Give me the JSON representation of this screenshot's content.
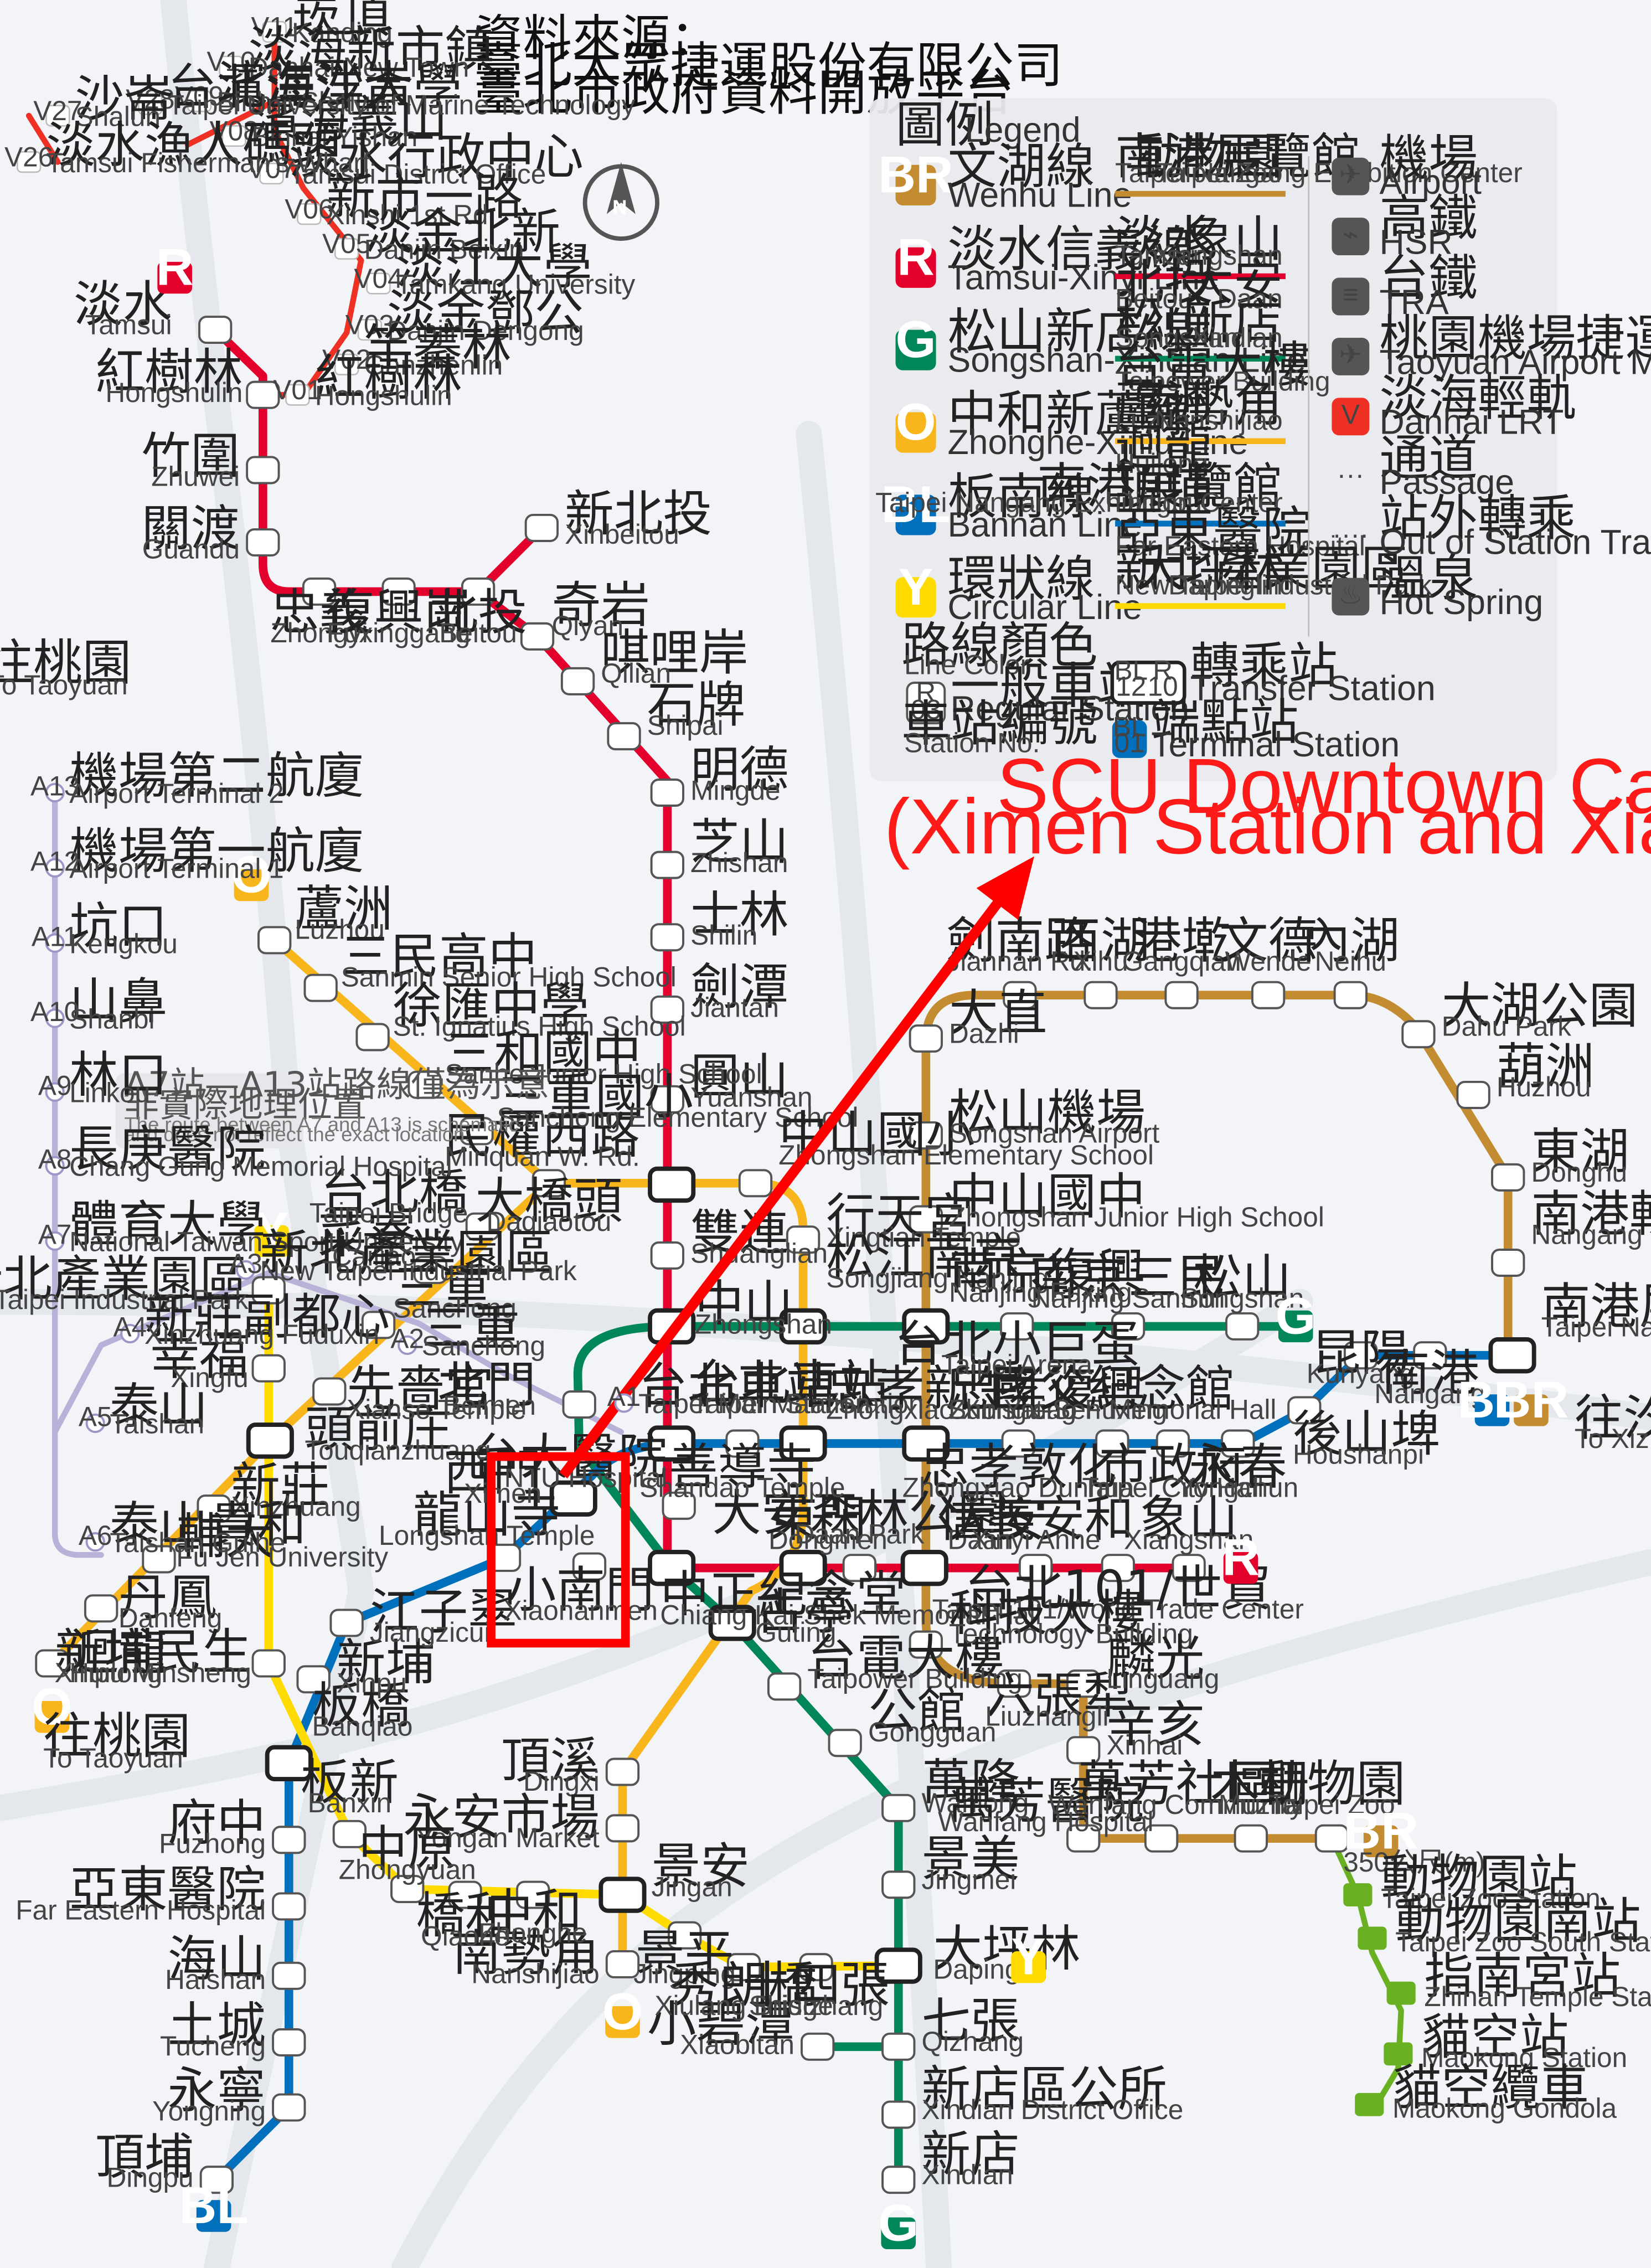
{
  "source": {
    "line1": "資料來源：",
    "line2": "臺北大眾捷運股份有限公司",
    "line3": "臺北市政府資料開放平台"
  },
  "campus_note": {
    "line1": "SCU Downtown Campus",
    "line2": "(Ximen Station and Xiaonanmen Station)"
  },
  "colors": {
    "wenhu": "#c48c31",
    "tamsui_xinyi": "#e3002c",
    "songshan_xindian": "#008659",
    "zhonghe_xinlu": "#f8b61c",
    "bannan": "#0070bd",
    "circular": "#ffdb00",
    "airport": "#8246af",
    "danhai": "#ee3124",
    "highlight": "#ff0000"
  },
  "legend": {
    "title_zh": "圖例",
    "title_en": "Legend",
    "lines": [
      {
        "code": "BR",
        "zh": "文湖線",
        "en": "Wenhu Line",
        "color": "#c48c31",
        "ends": [
          {
            "zh": "南港展覽館",
            "en": "Taipei Nangang Exhibition Center"
          },
          {
            "zh": "動物園",
            "en": "Taipei Zoo"
          }
        ]
      },
      {
        "code": "R",
        "zh": "淡水信義線",
        "en": "Tamsui-Xinyi Line",
        "color": "#e3002c",
        "ends": [
          {
            "zh": "淡水",
            "en": "Tamsui"
          },
          {
            "zh": "象山",
            "en": "Xiangshan"
          },
          {
            "zh": "北投",
            "en": "Beitou"
          },
          {
            "zh": "大安",
            "en": "Daan"
          }
        ]
      },
      {
        "code": "G",
        "zh": "松山新店線",
        "en": "Songshan-Xindian Line",
        "color": "#008659",
        "ends": [
          {
            "zh": "松山",
            "en": "Songshan"
          },
          {
            "zh": "新店",
            "en": "Xindian"
          },
          {
            "zh": "台電大樓",
            "en": "Taipower Building"
          }
        ]
      },
      {
        "code": "O",
        "zh": "中和新蘆線",
        "en": "Zhonghe-Xinlu Line",
        "color": "#f8b61c",
        "ends": [
          {
            "zh": "蘆洲",
            "en": "Luzhou"
          },
          {
            "zh": "南勢角",
            "en": "Nanshijiao"
          },
          {
            "zh": "迴龍",
            "en": "Huilong"
          }
        ]
      },
      {
        "code": "BL",
        "zh": "板南線",
        "en": "Bannan Line",
        "color": "#0070bd",
        "ends": [
          {
            "zh": "頂埔",
            "en": "Dingpu"
          },
          {
            "zh": "南港展覽館",
            "en": "Taipei Nangang Exhibition Center"
          },
          {
            "zh": "亞東醫院",
            "en": "Far Eastern Hospital"
          }
        ]
      },
      {
        "code": "Y",
        "zh": "環狀線",
        "en": "Circular Line",
        "color": "#ffdb00",
        "ends": [
          {
            "zh": "新北產業園區",
            "en": "New Taipei Industrial Park"
          },
          {
            "zh": "大坪林",
            "en": "Dapinglin"
          }
        ]
      }
    ],
    "icons": [
      {
        "icon": "airport-icon",
        "zh": "機場",
        "en": "Airport"
      },
      {
        "icon": "hsr-icon",
        "zh": "高鐵",
        "en": "HSR"
      },
      {
        "icon": "tra-icon",
        "zh": "台鐵",
        "en": "TRA"
      },
      {
        "icon": "airport-mrt-icon",
        "zh": "桃園機場捷運",
        "en": "Taoyuan Airport MRT"
      },
      {
        "icon": "danhai-lrt-icon",
        "zh": "淡海輕軌",
        "en": "Danhai LRT"
      },
      {
        "icon": "passage-icon",
        "zh": "通道",
        "en": "Passage"
      },
      {
        "icon": "out-of-station-transfer-icon",
        "zh": "站外轉乘",
        "en": "Out of Station Transfer"
      },
      {
        "icon": "hot-spring-icon",
        "zh": "溫泉",
        "en": "Hot Spring"
      }
    ],
    "station_types": {
      "line_color_zh": "路線顏色",
      "line_color_en": "Line Color",
      "regular_zh": "一般車站",
      "regular_en": "Regular Station",
      "station_no_zh": "車站編號",
      "station_no_en": "Station No.",
      "transfer_zh": "轉乘站",
      "transfer_en": "Transfer Station",
      "terminal_zh": "端點站",
      "terminal_en": "Terminal Station",
      "sample_regular": "R",
      "sample_regular_no": "03",
      "sample_transfer": [
        "BL",
        "12",
        "R",
        "10"
      ],
      "sample_terminal": [
        "BL",
        "01"
      ]
    }
  },
  "airport_note": {
    "zh1": "A7站—A13站路線僅為示意",
    "zh2": "非實際地理位置",
    "en1": "The route between A7 and A13 is schematic",
    "en2": "and does not reflect the exact location."
  },
  "stations": [
    {
      "zh": "淡水",
      "en": "Tamsui"
    },
    {
      "zh": "紅樹林",
      "en": "Hongshulin"
    },
    {
      "zh": "竹圍",
      "en": "Zhuwei"
    },
    {
      "zh": "關渡",
      "en": "Guandu"
    },
    {
      "zh": "忠義",
      "en": "Zhongyi"
    },
    {
      "zh": "復興崗",
      "en": "Fuxinggang"
    },
    {
      "zh": "北投",
      "en": "Beitou"
    },
    {
      "zh": "新北投",
      "en": "Xinbeitou"
    },
    {
      "zh": "奇岩",
      "en": "Qiyan"
    },
    {
      "zh": "唭哩岸",
      "en": "Qilian"
    },
    {
      "zh": "石牌",
      "en": "Shipai"
    },
    {
      "zh": "明德",
      "en": "Mingde"
    },
    {
      "zh": "芝山",
      "en": "Zhishan"
    },
    {
      "zh": "士林",
      "en": "Shilin"
    },
    {
      "zh": "劍潭",
      "en": "Jiantan"
    },
    {
      "zh": "圓山",
      "en": "Yuanshan"
    },
    {
      "zh": "民權西路",
      "en": "Minquan W. Rd."
    },
    {
      "zh": "雙連",
      "en": "Shuanglian"
    },
    {
      "zh": "中山",
      "en": "Zhongshan"
    },
    {
      "zh": "台北車站",
      "en": "Taipei Main Station"
    },
    {
      "zh": "台大醫院",
      "en": "NTU Hospital"
    },
    {
      "zh": "中正紀念堂",
      "en": "Chiang Kai-Shek Memorial Hall"
    },
    {
      "zh": "東門",
      "en": "Dongmen"
    },
    {
      "zh": "大安森林公園",
      "en": "Daan Park"
    },
    {
      "zh": "大安",
      "en": "Daan"
    },
    {
      "zh": "信義安和",
      "en": "Xinyi Anhe"
    },
    {
      "zh": "台北101/世貿",
      "en": "Taipei 101/World Trade Center"
    },
    {
      "zh": "象山",
      "en": "Xiangshan"
    },
    {
      "zh": "蘆洲",
      "en": "Luzhou"
    },
    {
      "zh": "三民高中",
      "en": "Sanmin Senior High School"
    },
    {
      "zh": "徐匯中學",
      "en": "St. Ignatius High School"
    },
    {
      "zh": "三和國中",
      "en": "Sanhe Junior High School"
    },
    {
      "zh": "三重國小",
      "en": "Sanchong Elementary School"
    },
    {
      "zh": "大橋頭",
      "en": "Daqiaotou"
    },
    {
      "zh": "中山國小",
      "en": "Zhongshan Elementary School"
    },
    {
      "zh": "行天宮",
      "en": "Xingtian Temple"
    },
    {
      "zh": "松江南京",
      "en": "Songjiang Nanjing"
    },
    {
      "zh": "忠孝新生",
      "en": "Zhongxiao Xinsheng"
    },
    {
      "zh": "古亭",
      "en": "Guting"
    },
    {
      "zh": "頂溪",
      "en": "Dingxi"
    },
    {
      "zh": "永安市場",
      "en": "Yongan Market"
    },
    {
      "zh": "景安",
      "en": "Jingan"
    },
    {
      "zh": "南勢角",
      "en": "Nanshijiao"
    },
    {
      "zh": "迴龍",
      "en": "Huilong"
    },
    {
      "zh": "丹鳳",
      "en": "Danfeng"
    },
    {
      "zh": "輔大",
      "en": "Fu Jen University"
    },
    {
      "zh": "新莊",
      "en": "Xinzhuang"
    },
    {
      "zh": "頭前庄",
      "en": "Touqianzhuang"
    },
    {
      "zh": "先嗇宮",
      "en": "Xianse Temple"
    },
    {
      "zh": "三重",
      "en": "Sanchong"
    },
    {
      "zh": "菜寮",
      "en": "Cailiao"
    },
    {
      "zh": "台北橋",
      "en": "Taipei Bridge"
    },
    {
      "zh": "頂埔",
      "en": "Dingpu"
    },
    {
      "zh": "永寧",
      "en": "Yongning"
    },
    {
      "zh": "土城",
      "en": "Tucheng"
    },
    {
      "zh": "海山",
      "en": "Haishan"
    },
    {
      "zh": "亞東醫院",
      "en": "Far Eastern Hospital"
    },
    {
      "zh": "府中",
      "en": "Fuzhong"
    },
    {
      "zh": "板橋",
      "en": "Banqiao"
    },
    {
      "zh": "新埔",
      "en": "Xinpu"
    },
    {
      "zh": "江子翠",
      "en": "Jiangzicui"
    },
    {
      "zh": "龍山寺",
      "en": "Longshan Temple"
    },
    {
      "zh": "西門",
      "en": "Ximen"
    },
    {
      "zh": "善導寺",
      "en": "Shandao Temple"
    },
    {
      "zh": "忠孝復興",
      "en": "Zhongxiao Fuxing"
    },
    {
      "zh": "忠孝敦化",
      "en": "Zhongxiao Dunhua"
    },
    {
      "zh": "國父紀念館",
      "en": "Sun Yat-Sen Memorial Hall"
    },
    {
      "zh": "市政府",
      "en": "Taipei City Hall"
    },
    {
      "zh": "永春",
      "en": "Yongchun"
    },
    {
      "zh": "後山埤",
      "en": "Houshanpi"
    },
    {
      "zh": "昆陽",
      "en": "Kunyang"
    },
    {
      "zh": "南港",
      "en": "Nangang"
    },
    {
      "zh": "南港展覽館",
      "en": "Taipei Nangang Exhibition Center"
    },
    {
      "zh": "北門",
      "en": "Beimen"
    },
    {
      "zh": "小南門",
      "en": "Xiaonanmen"
    },
    {
      "zh": "台電大樓",
      "en": "Taipower Building"
    },
    {
      "zh": "公館",
      "en": "Gongguan"
    },
    {
      "zh": "萬隆",
      "en": "Wanlong"
    },
    {
      "zh": "景美",
      "en": "Jingmei"
    },
    {
      "zh": "大坪林",
      "en": "Dapinglin"
    },
    {
      "zh": "七張",
      "en": "Qizhang"
    },
    {
      "zh": "小碧潭",
      "en": "Xiaobitan"
    },
    {
      "zh": "新店區公所",
      "en": "Xindian District Office"
    },
    {
      "zh": "新店",
      "en": "Xindian"
    },
    {
      "zh": "南京三民",
      "en": "Nanjing Sanmin"
    },
    {
      "zh": "松山",
      "en": "Songshan"
    },
    {
      "zh": "台北小巨蛋",
      "en": "Taipei Arena"
    },
    {
      "zh": "南京復興",
      "en": "Nanjing Fuxing"
    },
    {
      "zh": "劍南路",
      "en": "Jiannan Rd."
    },
    {
      "zh": "西湖",
      "en": "Xihu"
    },
    {
      "zh": "港墘",
      "en": "Gangqian"
    },
    {
      "zh": "文德",
      "en": "Wende"
    },
    {
      "zh": "內湖",
      "en": "Neihu"
    },
    {
      "zh": "大湖公園",
      "en": "Dahu Park"
    },
    {
      "zh": "葫洲",
      "en": "Huzhou"
    },
    {
      "zh": "東湖",
      "en": "Donghu"
    },
    {
      "zh": "南港軟體園區",
      "en": "Nangang Software Park"
    },
    {
      "zh": "大直",
      "en": "Dazhi"
    },
    {
      "zh": "松山機場",
      "en": "Songshan Airport"
    },
    {
      "zh": "中山國中",
      "en": "Zhongshan Junior High School"
    },
    {
      "zh": "科技大樓",
      "en": "Technology Building"
    },
    {
      "zh": "六張犁",
      "en": "Liuzhangli"
    },
    {
      "zh": "麟光",
      "en": "Linguang"
    },
    {
      "zh": "辛亥",
      "en": "Xinhai"
    },
    {
      "zh": "萬芳醫院",
      "en": "Wanfang Hospital"
    },
    {
      "zh": "萬芳社區",
      "en": "Wanfang Community"
    },
    {
      "zh": "木柵",
      "en": "Muzha"
    },
    {
      "zh": "動物園",
      "en": "Taipei Zoo"
    },
    {
      "zh": "新北產業園區",
      "en": "New Taipei Industrial Park"
    },
    {
      "zh": "幸福",
      "en": "Xingfu"
    },
    {
      "zh": "新埔民生",
      "en": "Xinpu Minsheng"
    },
    {
      "zh": "板新",
      "en": "Banxin"
    },
    {
      "zh": "中原",
      "en": "Zhongyuan"
    },
    {
      "zh": "橋和",
      "en": "Qiaohe"
    },
    {
      "zh": "中和",
      "en": "Zhonghe"
    },
    {
      "zh": "景平",
      "en": "Jingping"
    },
    {
      "zh": "秀朗橋",
      "en": "Xiulang Bridge"
    },
    {
      "zh": "十四張",
      "en": "Shisizhang"
    }
  ],
  "gondola": {
    "length": "350公尺(m)",
    "stops": [
      {
        "zh": "動物園站",
        "en": "Taipei Zoo Station"
      },
      {
        "zh": "動物園南站",
        "en": "Taipei Zoo South Station"
      },
      {
        "zh": "指南宮站",
        "en": "Zhinan Temple Station"
      },
      {
        "zh": "貓空站",
        "en": "Maokong Station"
      },
      {
        "zh": "貓空纜車",
        "en": "Maokong Gondola"
      }
    ]
  },
  "danhai": {
    "stations": [
      {
        "no": "V11",
        "zh": "崁頂",
        "en": "Kanding"
      },
      {
        "no": "V10",
        "zh": "淡海新市鎮",
        "en": "Danhai New Town"
      },
      {
        "no": "V09",
        "zh": "濱海沙崙",
        "en": "Binhai Shalun"
      },
      {
        "no": "V08",
        "zh": "濱海義山",
        "en": "Binhai Yishan"
      },
      {
        "no": "V07",
        "zh": "淡水行政中心",
        "en": "Tamsui District Office"
      },
      {
        "no": "V06",
        "zh": "新市一路",
        "en": "Xinshi 1st Rd."
      },
      {
        "no": "V05",
        "zh": "淡金北新",
        "en": "Danjin Beixin"
      },
      {
        "no": "V04",
        "zh": "淡江大學",
        "en": "Tamkang University"
      },
      {
        "no": "V03",
        "zh": "淡金鄧公",
        "en": "Danjin Dengong"
      },
      {
        "no": "V02",
        "zh": "竿蓁林",
        "en": "Ganzhenlin"
      },
      {
        "no": "V01",
        "zh": "紅樹林",
        "en": "Hongshulin"
      },
      {
        "no": "V28",
        "zh": "台北海洋大學",
        "en": "Taipei University of Marine Technology"
      },
      {
        "no": "V27",
        "zh": "沙崙",
        "en": "Shalun"
      },
      {
        "no": "V26",
        "zh": "淡水漁人碼頭",
        "en": "Tamsui Fisherman's Wharf"
      }
    ]
  },
  "airport_mrt": {
    "direction_zh": "往桃園",
    "direction_en": "To Taoyuan",
    "stations": [
      {
        "no": "A13",
        "zh": "機場第二航廈",
        "en": "Airport Terminal 2"
      },
      {
        "no": "A12",
        "zh": "機場第一航廈",
        "en": "Airport Terminal 1"
      },
      {
        "no": "A11",
        "zh": "坑口",
        "en": "Kengkou"
      },
      {
        "no": "A10",
        "zh": "山鼻",
        "en": "Shanbi"
      },
      {
        "no": "A9",
        "zh": "林口",
        "en": "Linkou"
      },
      {
        "no": "A8",
        "zh": "長庚醫院",
        "en": "Chang Gung Memorial Hospital"
      },
      {
        "no": "A7",
        "zh": "體育大學",
        "en": "National Taiwan Sport University"
      },
      {
        "no": "A4",
        "zh": "新莊副都心",
        "en": "Xinzhuang Fuduxin"
      },
      {
        "no": "A5",
        "zh": "泰山",
        "en": "Taishan"
      },
      {
        "no": "A6",
        "zh": "泰山貴和",
        "en": "Taishan Guihe"
      },
      {
        "no": "A3",
        "zh": "新北產業園區",
        "en": "New Taipei Industrial Park"
      },
      {
        "no": "A2",
        "zh": "三重",
        "en": "Sanchong"
      },
      {
        "no": "A1",
        "zh": "台北車站",
        "en": "Taipei Main Station"
      }
    ]
  },
  "hsr_tra": {
    "west_zh": "往桃園",
    "west_en": "To Taoyuan",
    "east_zh": "往汐止",
    "east_en": "To Xizhi"
  },
  "badges": {
    "R": "R",
    "O": "O",
    "Y": "Y",
    "G": "G",
    "BL": "BL",
    "BR": "BR"
  }
}
